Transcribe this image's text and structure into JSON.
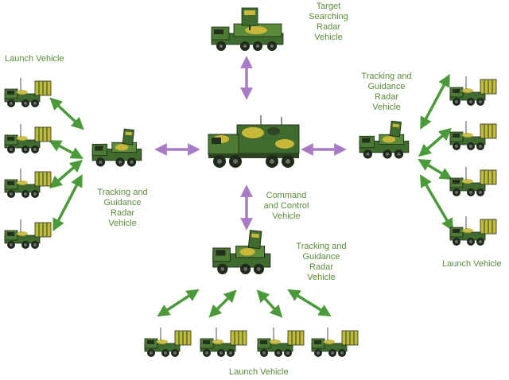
{
  "colors": {
    "green_arrow": "#4a9a3a",
    "purple_arrow": "#a77cc4",
    "label_text": "#5b8a3a",
    "camo_base": "#3f6b2e",
    "camo_yellow": "#c8b83a",
    "camo_dark": "#1f2a1a"
  },
  "labels": {
    "target_radar": "Target\nSearching\nRadar\nVehicle",
    "command": "Command\nand Control\nVehicle",
    "tracking_left": "Tracking and\nGuidance\nRadar\nVehicle",
    "tracking_right": "Tracking and\nGuidance\nRadar\nVehicle",
    "tracking_bottom": "Tracking and\nGuidance\nRadar\nVehicle",
    "launch_left": "Launch Vehicle",
    "launch_right": "Launch Vehicle",
    "launch_bottom": "Launch Vehicle"
  },
  "icons": {
    "command_vehicle": "command-truck-icon",
    "radar_vehicle": "radar-truck-icon",
    "launch_vehicle": "launcher-truck-icon",
    "arrow": "double-arrow-icon"
  }
}
